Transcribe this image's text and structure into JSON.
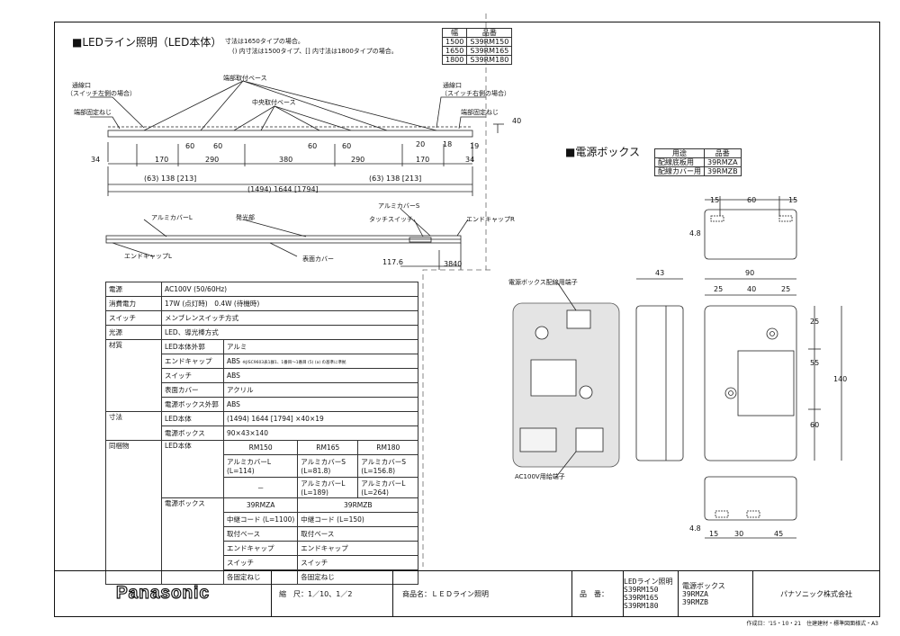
{
  "header": {
    "title": "■LEDライン照明（LED本体）",
    "note_line1": "寸法は1650タイプの場合。",
    "note_line2": "() 内寸法は1500タイプ、[] 内寸法は1800タイプの場合。"
  },
  "model_table": {
    "headers": [
      "幅",
      "品番"
    ],
    "rows": [
      [
        "1500",
        "S39RM150"
      ],
      [
        "1650",
        "S39RM165"
      ],
      [
        "1800",
        "S39RM180"
      ]
    ]
  },
  "power_table": {
    "headers": [
      "用途",
      "品番"
    ],
    "rows": [
      [
        "配線底板用",
        "39RMZA"
      ],
      [
        "配線カバー用",
        "39RMZB"
      ]
    ]
  },
  "section_power_box": "■電源ボックス",
  "drawing_labels": {
    "end_base": "端部取付ベース",
    "center_base": "中央取付ベース",
    "cable_left_1": "通線口",
    "cable_left_2": "（スイッチ左側の場合）",
    "cable_right_1": "通線口",
    "cable_right_2": "（スイッチ右側の場合）",
    "end_screw_left": "端部固定ねじ",
    "end_screw_right": "端部固定ねじ",
    "alu_cover_l": "アルミカバーL",
    "alu_cover_s": "アルミカバーS",
    "emitter": "発光部",
    "touch_switch": "タッチスイッチ",
    "end_cap_r": "エンドキャップR",
    "end_cap_l": "エンドキャップL",
    "surface_cover": "表面カバー",
    "power_terminal": "電源ボックス配線用端子",
    "ac_terminal": "AC100V用給端子"
  },
  "dimensions": {
    "d34l": "34",
    "d34r": "34",
    "d170l": "170",
    "d290l": "290",
    "d380": "380",
    "d290r": "290",
    "d170r": "170",
    "d60a": "60",
    "d60b": "60",
    "d60c": "60",
    "d60d": "60",
    "d20": "20",
    "d18": "18",
    "d19": "19",
    "d40": "40",
    "sub_left": "(63) 138 [213]",
    "sub_right": "(63) 138 [213]",
    "total": "(1494) 1644 [1794]",
    "d1176": "117.6",
    "d38": "38",
    "d40b": "40",
    "pb15a": "15",
    "pb60": "60",
    "pb15b": "15",
    "pb48a": "4.8",
    "pb43": "43",
    "pb90": "90",
    "pb25a": "25",
    "pb40": "40",
    "pb25b": "25",
    "pb25v": "25",
    "pb55": "55",
    "pb60v": "60",
    "pb140": "140",
    "pb48b": "4.8",
    "pb15c": "15",
    "pb30": "30",
    "pb45": "45"
  },
  "spec": {
    "rows": [
      {
        "k": "電源",
        "v": "AC100V (50/60Hz)"
      },
      {
        "k": "消費電力",
        "v": "17W (点灯時)　0.4W (待機時)"
      },
      {
        "k": "スイッチ",
        "v": "メンブレンスイッチ方式"
      },
      {
        "k": "光源",
        "v": "LED、導光棒方式"
      }
    ],
    "material_label": "材質",
    "materials": [
      {
        "k": "LED本体外郭",
        "v": "アルミ"
      },
      {
        "k": "エンドキャップ",
        "v": "ABS",
        "note": "※JISC9603表1群1、1番目～1番目 (5) (a) の基準に準拠"
      },
      {
        "k": "スイッチ",
        "v": "ABS"
      },
      {
        "k": "表面カバー",
        "v": "アクリル"
      },
      {
        "k": "電源ボックス外郭",
        "v": "ABS"
      }
    ],
    "size_label": "寸法",
    "sizes": [
      {
        "k": "LED本体",
        "v": "(1494) 1644 [1794] ×40×19"
      },
      {
        "k": "電源ボックス",
        "v": "90×43×140"
      }
    ],
    "attach_label": "同梱物",
    "led_label": "LED本体",
    "models": [
      "RM150",
      "RM165",
      "RM180"
    ],
    "alu_l_114": "アルミカバーL\n(L=114)",
    "alu_s_818": "アルミカバーS\n(L=81.8)",
    "alu_s_1568": "アルミカバーS\n(L=156.8)",
    "dash": "－",
    "alu_l_189": "アルミカバーL\n(L=189)",
    "alu_l_264": "アルミカバーL\n(L=264)",
    "pbox_label": "電源ボックス",
    "pbox_models": [
      "39RMZA",
      "39RMZB"
    ],
    "za_items": [
      "中継コード (L=1100)",
      "取付ベース",
      "エンドキャップ",
      "スイッチ",
      "各固定ねじ"
    ],
    "zb_items": [
      "中継コード (L=150)",
      "取付ベース",
      "エンドキャップ",
      "スイッチ",
      "各固定ねじ"
    ]
  },
  "footer": {
    "brand": "Panasonic",
    "scale": "縮　尺：1／10、1／2",
    "product": "商品名：ＬＥＤライン照明",
    "code_label": "品　番：",
    "codes1": [
      "LEDライン照明",
      "S39RM150",
      "S39RM165",
      "S39RM180"
    ],
    "codes2": [
      "電源ボックス",
      "39RMZA",
      "39RMZB"
    ],
    "company": "パナソニック株式会社",
    "date": "作成日：'15・10・21　住建建材・標準図面様式・A3"
  }
}
